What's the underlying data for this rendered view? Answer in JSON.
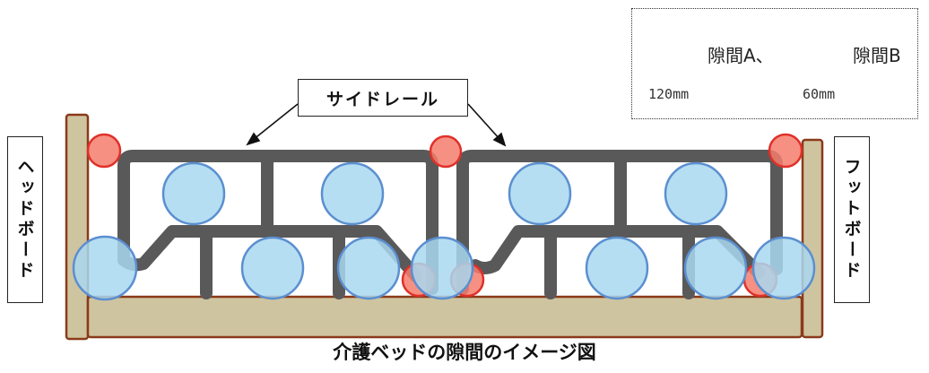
{
  "labels": {
    "headboard": "ヘッドボード",
    "footboard": "フットボード",
    "side_rail": "サイドレール"
  },
  "legend": {
    "gap_a_label": "隙間A、",
    "gap_a_size": "120mm",
    "gap_b_label": "隙間B",
    "gap_b_size": "60mm"
  },
  "caption": "介護ベッドの隙間のイメージ図",
  "colors": {
    "gap_a_fill": "#a9d8f0",
    "gap_a_stroke": "#5b8fd0",
    "gap_b_fill": "#f47c6c",
    "gap_b_stroke": "#e0302a",
    "rail": "#555555",
    "bed_frame_fill": "#cfc4a0",
    "bed_frame_stroke": "#8a3a1a"
  }
}
